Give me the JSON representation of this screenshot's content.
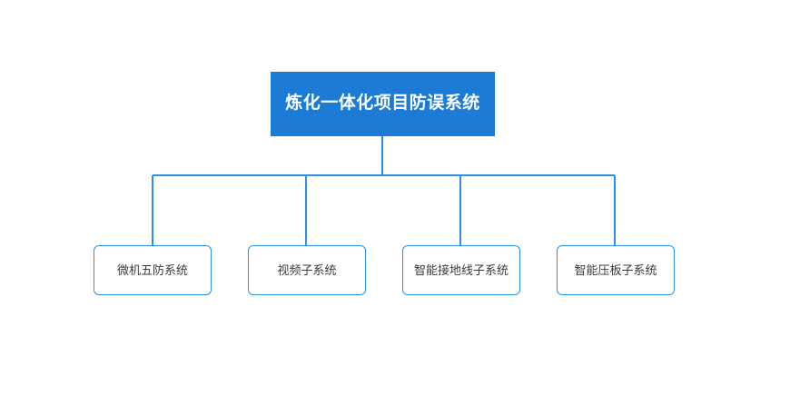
{
  "diagram": {
    "type": "organization-tree",
    "background_color": "#ffffff",
    "accent_color": "#1B7BD5",
    "line_color": "#2A90E8",
    "root": {
      "label": "炼化一体化项目防误系统",
      "fill_color": "#1B7BD5",
      "text_color": "#ffffff"
    },
    "children": [
      {
        "label": "微机五防系统"
      },
      {
        "label": "视频子系统"
      },
      {
        "label": "智能接地线子系统"
      },
      {
        "label": "智能压板子系统"
      }
    ]
  }
}
